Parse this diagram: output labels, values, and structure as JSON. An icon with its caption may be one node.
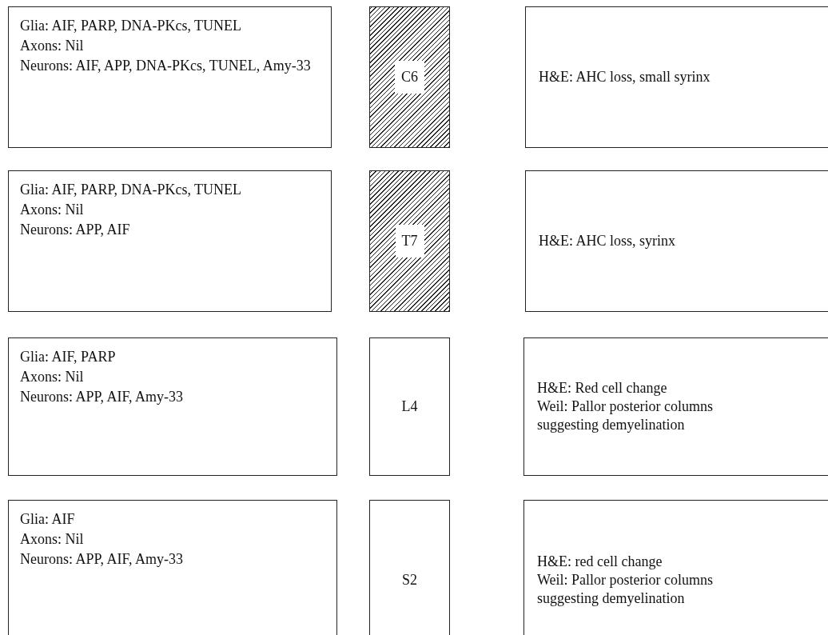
{
  "diagram": {
    "nodes": [
      {
        "text": [
          "Glia: AIF, PARP, DNA-PKcs, TUNEL",
          "Axons: Nil",
          "Neurons: AIF, APP, DNA-PKcs, TUNEL, Amy-33"
        ]
      },
      {
        "text": [
          "C6"
        ]
      },
      {
        "text": [
          "H&E: AHC loss, small syrinx"
        ]
      },
      {
        "text": [
          "Glia: AIF, PARP, DNA-PKcs, TUNEL",
          "Axons: Nil",
          "Neurons: APP, AIF"
        ]
      },
      {
        "text": [
          "T7"
        ]
      },
      {
        "text": [
          "H&E: AHC loss, syrinx"
        ]
      },
      {
        "text": [
          "Glia: AIF, PARP",
          "Axons: Nil",
          "Neurons: APP, AIF, Amy-33"
        ]
      },
      {
        "text": [
          "L4"
        ]
      },
      {
        "text": [
          "H&E: Red cell change",
          "Weil: Pallor posterior columns suggesting demyelination"
        ]
      },
      {
        "text": [
          "Glia: AIF",
          "Axons: Nil",
          "Neurons: APP, AIF, Amy-33"
        ]
      },
      {
        "text": [
          "S2"
        ]
      },
      {
        "text": [
          "H&E: red cell change",
          "Weil: Pallor posterior columns suggesting demyelination"
        ]
      }
    ],
    "edges": []
  }
}
